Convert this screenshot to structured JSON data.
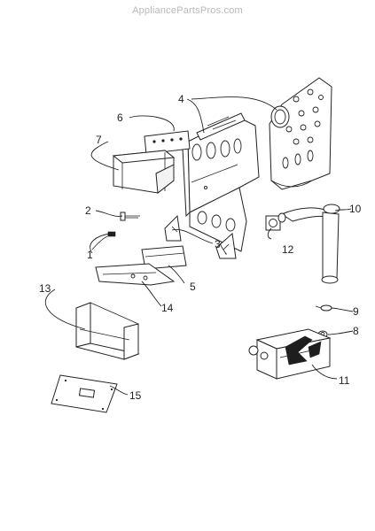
{
  "watermark": "AppliancePartsPros.com",
  "callouts": {
    "c1": "1",
    "c2": "2",
    "c3": "3",
    "c4": "4",
    "c5": "5",
    "c6": "6",
    "c7": "7",
    "c8": "8",
    "c9": "9",
    "c10": "10",
    "c11": "11",
    "c12": "12",
    "c13": "13",
    "c14": "14",
    "c15": "15"
  }
}
